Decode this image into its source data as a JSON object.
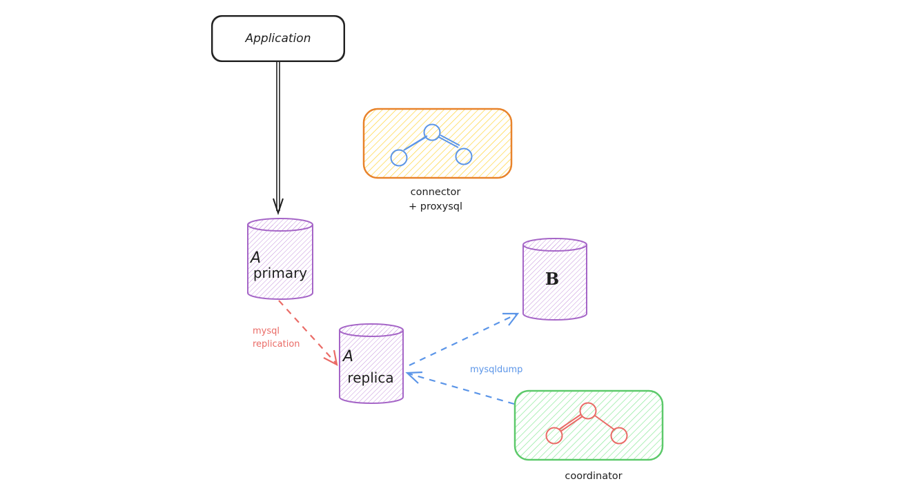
{
  "diagram": {
    "application": {
      "label": "Application"
    },
    "connector": {
      "label_line1": "connector",
      "label_line2": "+ proxysql",
      "fill": "#ffd43b",
      "stroke": "#e8832b",
      "graph_color": "#5b95e8"
    },
    "a_primary": {
      "label_line1": "A",
      "label_line2": "primary",
      "color": "#a565c7"
    },
    "a_replica": {
      "label_line1": "A",
      "label_line2": "replica",
      "color": "#a565c7"
    },
    "b": {
      "label": "B",
      "color": "#a565c7"
    },
    "coordinator": {
      "label": "coordinator",
      "fill": "#69db7c",
      "stroke": "#5cc96a",
      "graph_color": "#ea6b66"
    },
    "edges": {
      "replication": {
        "label_line1": "mysql",
        "label_line2": "replication",
        "color": "#ea6b66"
      },
      "mysqldump": {
        "label": "mysqldump",
        "color": "#5b95e8"
      }
    }
  }
}
